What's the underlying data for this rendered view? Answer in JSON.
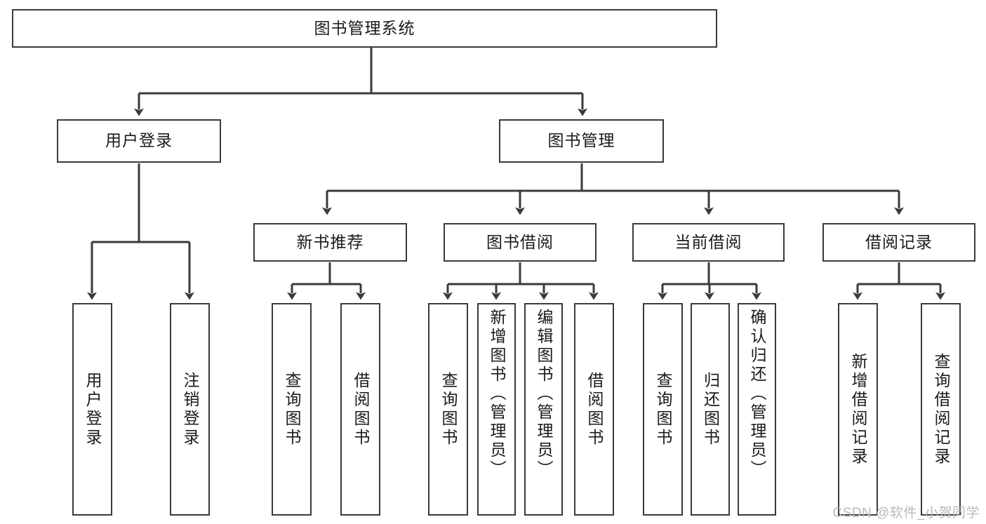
{
  "diagram": {
    "title": "图书管理系统",
    "watermark": "CSDN @软件_小贺同学",
    "line_color": "#3a3a3a",
    "box_fill": "#ffffff",
    "text_color": "#1b1b1b",
    "watermark_color": "#b9b9b9",
    "nodes": {
      "root": {
        "label": "图书管理系统"
      },
      "level2": [
        {
          "id": "user-login",
          "label": "用户登录"
        },
        {
          "id": "book-manage",
          "label": "图书管理"
        }
      ],
      "level3": [
        {
          "id": "new-book-recommend",
          "label": "新书推荐"
        },
        {
          "id": "book-borrow",
          "label": "图书借阅"
        },
        {
          "id": "current-borrow",
          "label": "当前借阅"
        },
        {
          "id": "borrow-record",
          "label": "借阅记录"
        }
      ],
      "leaves": [
        {
          "id": "leaf-user-login",
          "label": "用户登录",
          "parent": "user-login"
        },
        {
          "id": "leaf-logout",
          "label": "注销登录",
          "parent": "user-login"
        },
        {
          "id": "leaf-query-book-1",
          "label": "查询图书",
          "parent": "new-book-recommend"
        },
        {
          "id": "leaf-borrow-book-1",
          "label": "借阅图书",
          "parent": "new-book-recommend"
        },
        {
          "id": "leaf-query-book-2",
          "label": "查询图书",
          "parent": "book-borrow"
        },
        {
          "id": "leaf-add-book-admin",
          "label": "新增图书（管理员）",
          "parent": "book-borrow"
        },
        {
          "id": "leaf-edit-book-admin",
          "label": "编辑图书（管理员）",
          "parent": "book-borrow"
        },
        {
          "id": "leaf-borrow-book-2",
          "label": "借阅图书",
          "parent": "book-borrow"
        },
        {
          "id": "leaf-query-book-3",
          "label": "查询图书",
          "parent": "current-borrow"
        },
        {
          "id": "leaf-return-book",
          "label": "归还图书",
          "parent": "current-borrow"
        },
        {
          "id": "leaf-confirm-return-admin",
          "label": "确认归还（管理员）",
          "parent": "current-borrow"
        },
        {
          "id": "leaf-add-borrow-record",
          "label": "新增借阅记录",
          "parent": "borrow-record"
        },
        {
          "id": "leaf-query-borrow-record",
          "label": "查询借阅记录",
          "parent": "borrow-record"
        }
      ]
    }
  }
}
